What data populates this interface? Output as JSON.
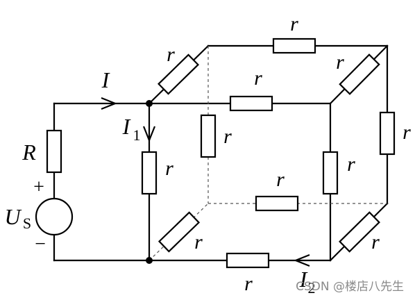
{
  "labels": {
    "resistor": "r",
    "R": "R",
    "U": "U",
    "U_sub": "S",
    "I": "I",
    "I1": "I",
    "I1_sub": "1",
    "I2": "I",
    "I2_sub": "2",
    "plus": "+",
    "minus": "−"
  },
  "watermark": "CSDN @楼店八先生"
}
